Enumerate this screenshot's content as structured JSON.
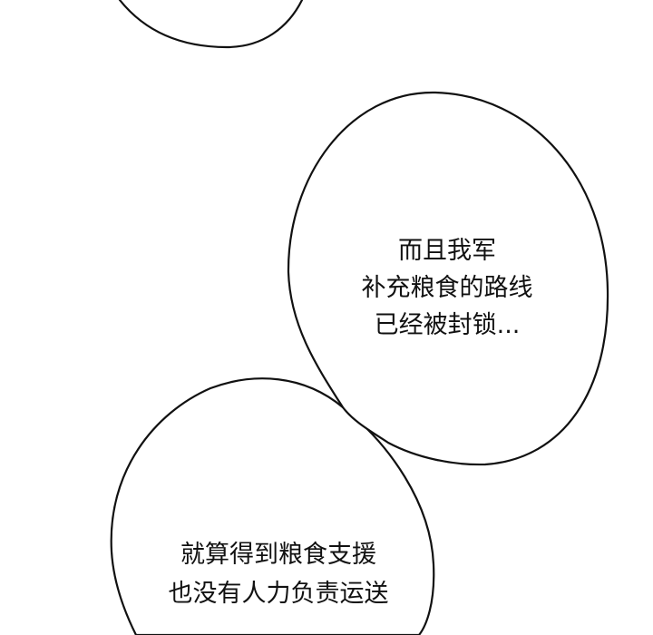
{
  "bubbles": [
    {
      "lines": [
        "而且我军",
        "补充粮食的路线",
        "已经被封锁..."
      ]
    },
    {
      "lines": [
        "就算得到粮食支援",
        "也没有人力负责运送"
      ]
    }
  ],
  "colors": {
    "background": "#ffffff",
    "ink": "#111111"
  }
}
